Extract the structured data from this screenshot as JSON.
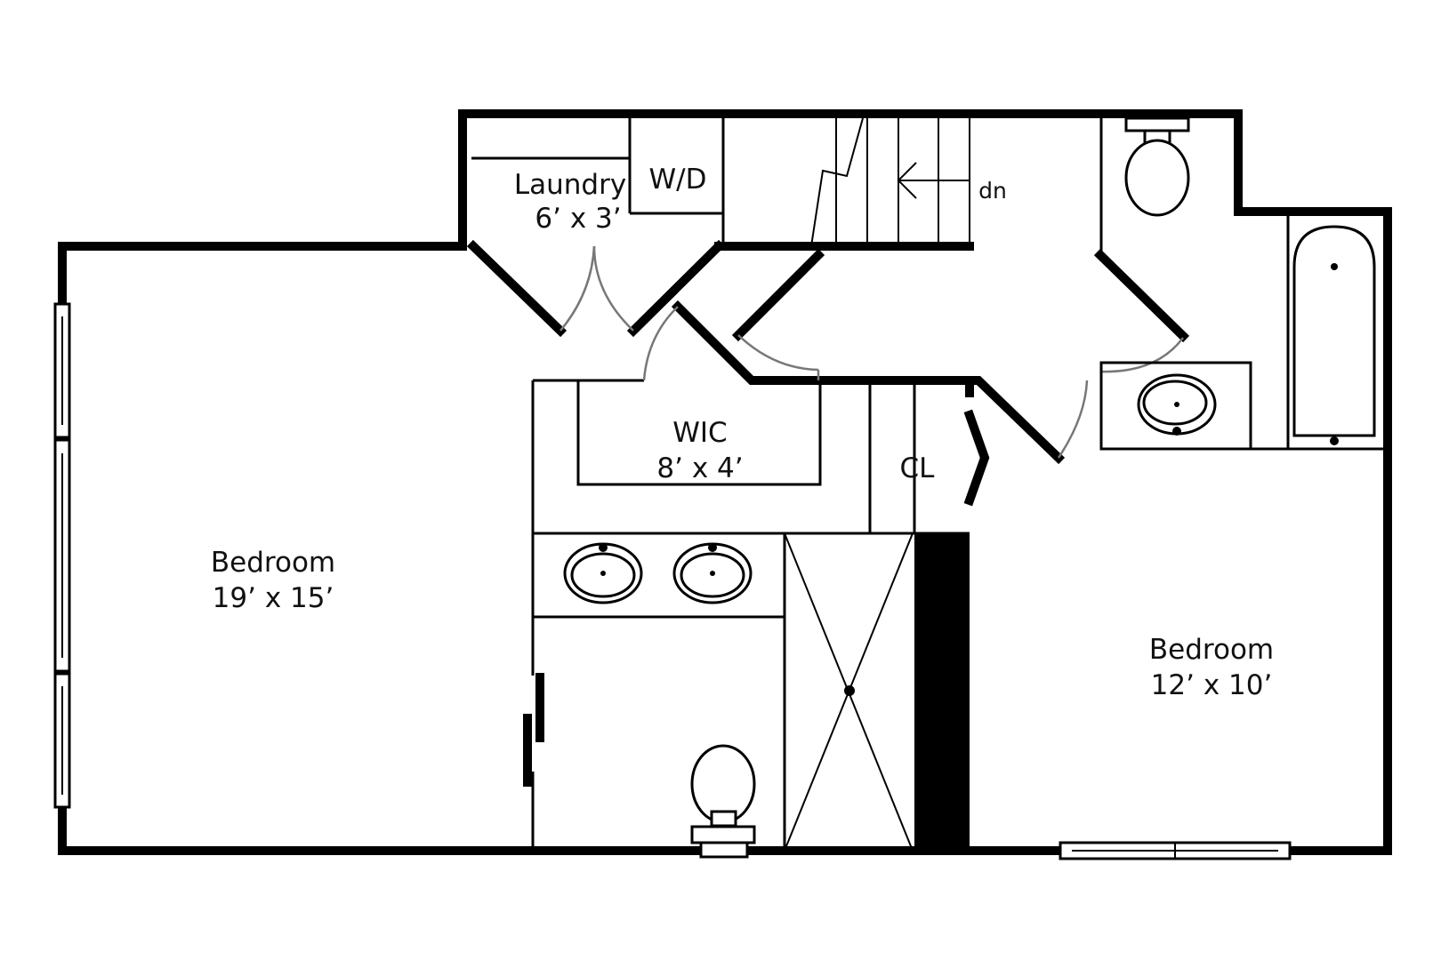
{
  "rooms": {
    "laundry": {
      "name": "Laundry",
      "dims": "6’ x 3’",
      "appliance": "W/D"
    },
    "wic": {
      "name": "WIC",
      "dims": "8’ x 4’"
    },
    "closet": {
      "name": "CL"
    },
    "bedroom_main": {
      "name": "Bedroom",
      "dims": "19’ x 15’"
    },
    "bedroom_second": {
      "name": "Bedroom",
      "dims": "12’ x 10’"
    }
  },
  "stairs": {
    "label": "dn"
  },
  "colors": {
    "wall": "#000000",
    "door_swing": "#777777",
    "background": "#ffffff"
  }
}
